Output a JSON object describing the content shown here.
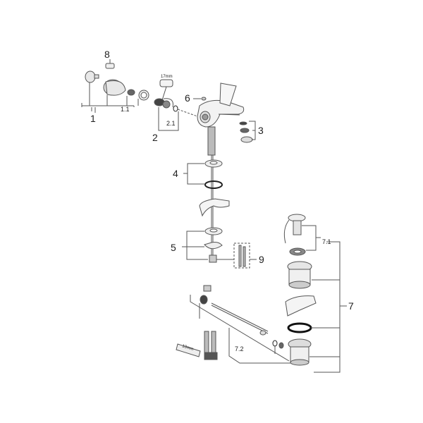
{
  "diagram": {
    "type": "exploded-parts-view",
    "subject": "faucet mixer with pop-up waste",
    "colors": {
      "line": "#555555",
      "part_fill": "#e6e6e6",
      "dark": "#222222",
      "bg": "#ffffff"
    },
    "callouts": [
      {
        "id": "1",
        "label": "1"
      },
      {
        "id": "1.1",
        "label": "1.1"
      },
      {
        "id": "2",
        "label": "2"
      },
      {
        "id": "2.1",
        "label": "2.1"
      },
      {
        "id": "3",
        "label": "3"
      },
      {
        "id": "4",
        "label": "4"
      },
      {
        "id": "5",
        "label": "5"
      },
      {
        "id": "6",
        "label": "6"
      },
      {
        "id": "7",
        "label": "7"
      },
      {
        "id": "7.1",
        "label": "7.1"
      },
      {
        "id": "7.2",
        "label": "7.2"
      },
      {
        "id": "8",
        "label": "8"
      },
      {
        "id": "9",
        "label": "9"
      }
    ],
    "tool_labels": {
      "wrench_top": "17mm",
      "wrench_bottom": "10mm",
      "key_9": "10mm"
    }
  }
}
